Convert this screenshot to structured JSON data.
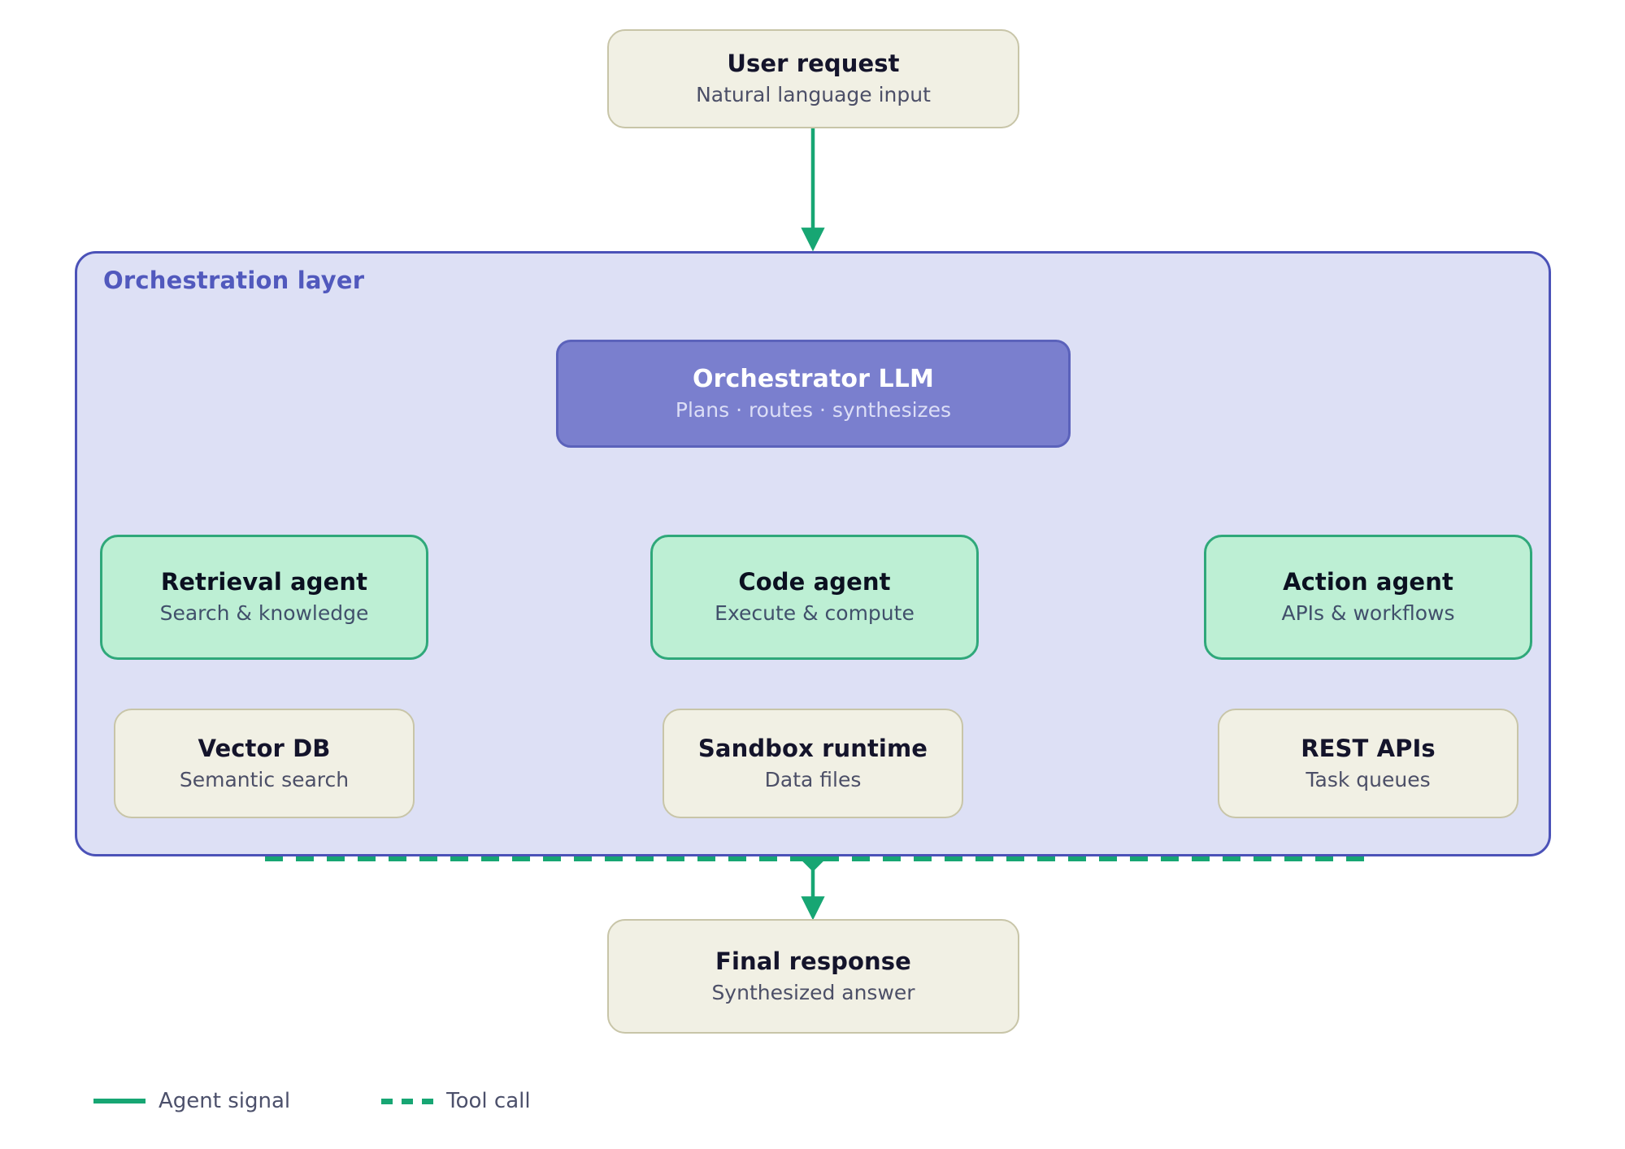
{
  "diagram": {
    "title_node": {
      "title": "User request",
      "subtitle": "Natural language input"
    },
    "layer": {
      "label": "Orchestration layer",
      "color": "#5159bd",
      "fill": "#dde0f5"
    },
    "orchestrator": {
      "title": "Orchestrator LLM",
      "subtitle": "Plans · routes · synthesizes",
      "color": "#7a7fce"
    },
    "agents": [
      {
        "title": "Retrieval agent",
        "subtitle": "Search & knowledge"
      },
      {
        "title": "Code agent",
        "subtitle": "Execute & compute"
      },
      {
        "title": "Action agent",
        "subtitle": "APIs & workflows"
      }
    ],
    "tools": [
      {
        "title": "Vector DB",
        "subtitle": "Semantic search"
      },
      {
        "title": "Sandbox runtime",
        "subtitle": "Data files"
      },
      {
        "title": "REST APIs",
        "subtitle": "Task queues"
      }
    ],
    "output_node": {
      "title": "Final response",
      "subtitle": "Synthesized answer"
    },
    "legend": {
      "items": [
        {
          "label": "Agent signal",
          "style": "solid",
          "color": "#17a673"
        },
        {
          "label": "Tool call",
          "style": "dashed",
          "color": "#17a673"
        }
      ]
    },
    "edge_color": "#17a673"
  }
}
